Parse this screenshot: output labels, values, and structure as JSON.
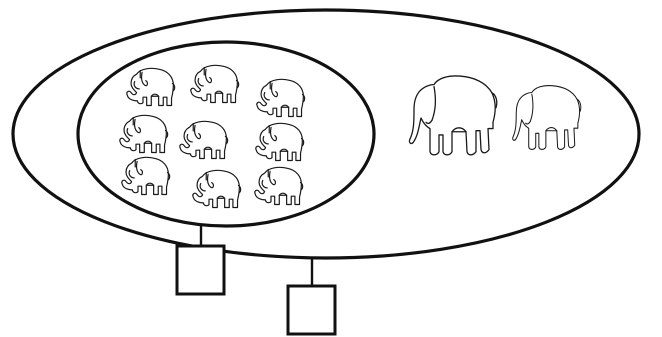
{
  "diagram": {
    "description_shown": "",
    "sets": {
      "outer_set": {
        "item": "elephant",
        "small_elephant_count": 9,
        "large_elephant_count": 2
      },
      "inner_set": {
        "item": "elephant",
        "small_elephant_count": 9
      }
    },
    "answer_boxes": [
      {
        "value": ""
      },
      {
        "value": ""
      }
    ],
    "colors": {
      "stroke": "#111111",
      "background": "#ffffff"
    },
    "icons": [
      "small-elephant-icon",
      "large-elephant-icon"
    ]
  }
}
